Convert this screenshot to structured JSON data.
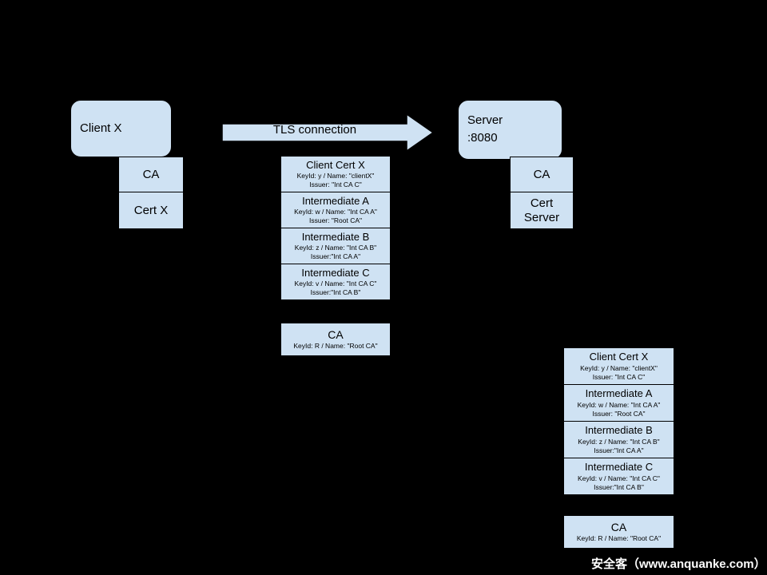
{
  "diagram": {
    "client": {
      "label": "Client X",
      "ca_label": "CA",
      "cert_label": "Cert X"
    },
    "server": {
      "label": "Server",
      "port": ":8080",
      "ca_label": "CA",
      "cert_line1": "Cert",
      "cert_line2": "Server"
    },
    "arrow": {
      "label": "TLS connection"
    },
    "chain": [
      {
        "title": "Client Cert X",
        "keyline": "KeyId: y / Name: \"clientX\"",
        "issuerline": "Issuer: \"Int CA C\""
      },
      {
        "title": "Intermediate A",
        "keyline": "KeyId: w / Name: \"Int CA A\"",
        "issuerline": "Issuer: \"Root CA\""
      },
      {
        "title": "Intermediate B",
        "keyline": "KeyId: z / Name: \"Int CA B\"",
        "issuerline": "Issuer:\"Int CA A\""
      },
      {
        "title": "Intermediate C",
        "keyline": "KeyId: v / Name: \"Int CA C\"",
        "issuerline": "Issuer:\"Int CA B\""
      }
    ],
    "root_ca": {
      "title": "CA",
      "keyline": "KeyId: R / Name: \"Root CA\""
    },
    "watermark": "安全客（www.anquanke.com）"
  },
  "colors": {
    "background": "#000000",
    "box_fill": "#cfe2f3",
    "box_border": "#000000",
    "text": "#000000",
    "watermark_text": "#ffffff"
  }
}
